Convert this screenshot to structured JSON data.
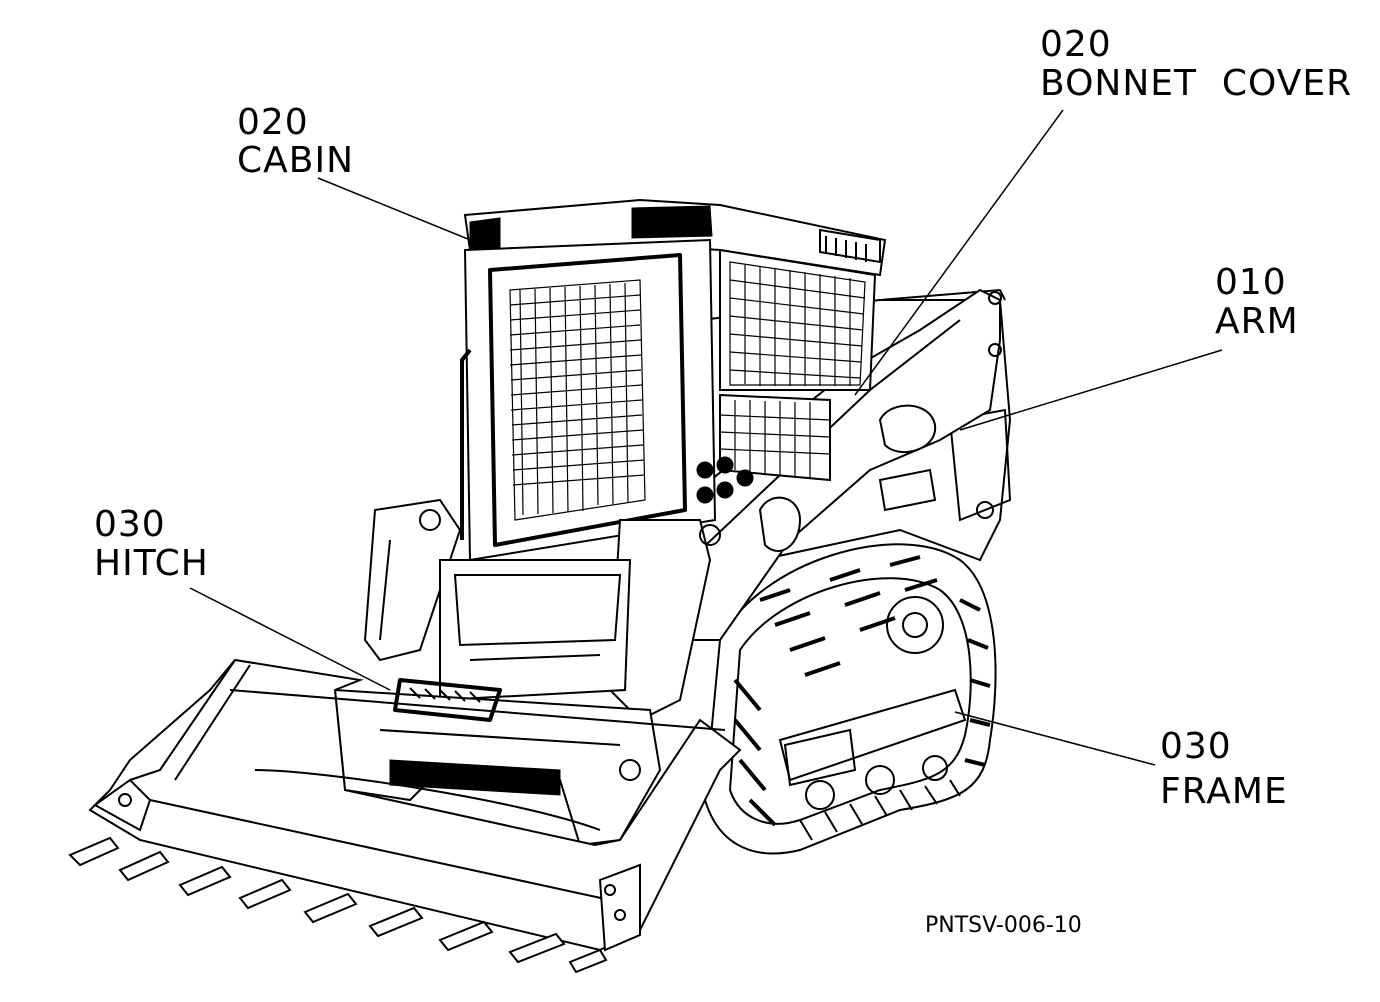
{
  "callouts": {
    "bonnet": {
      "code": "020",
      "label": "BONNET  COVER"
    },
    "cabin": {
      "code": "020",
      "label": "CABIN"
    },
    "arm": {
      "code": "010",
      "label": "ARM"
    },
    "hitch": {
      "code": "030",
      "label": "HITCH"
    },
    "frame": {
      "code": "030",
      "label": "FRAME"
    }
  },
  "reference": "PNTSV-006-10"
}
